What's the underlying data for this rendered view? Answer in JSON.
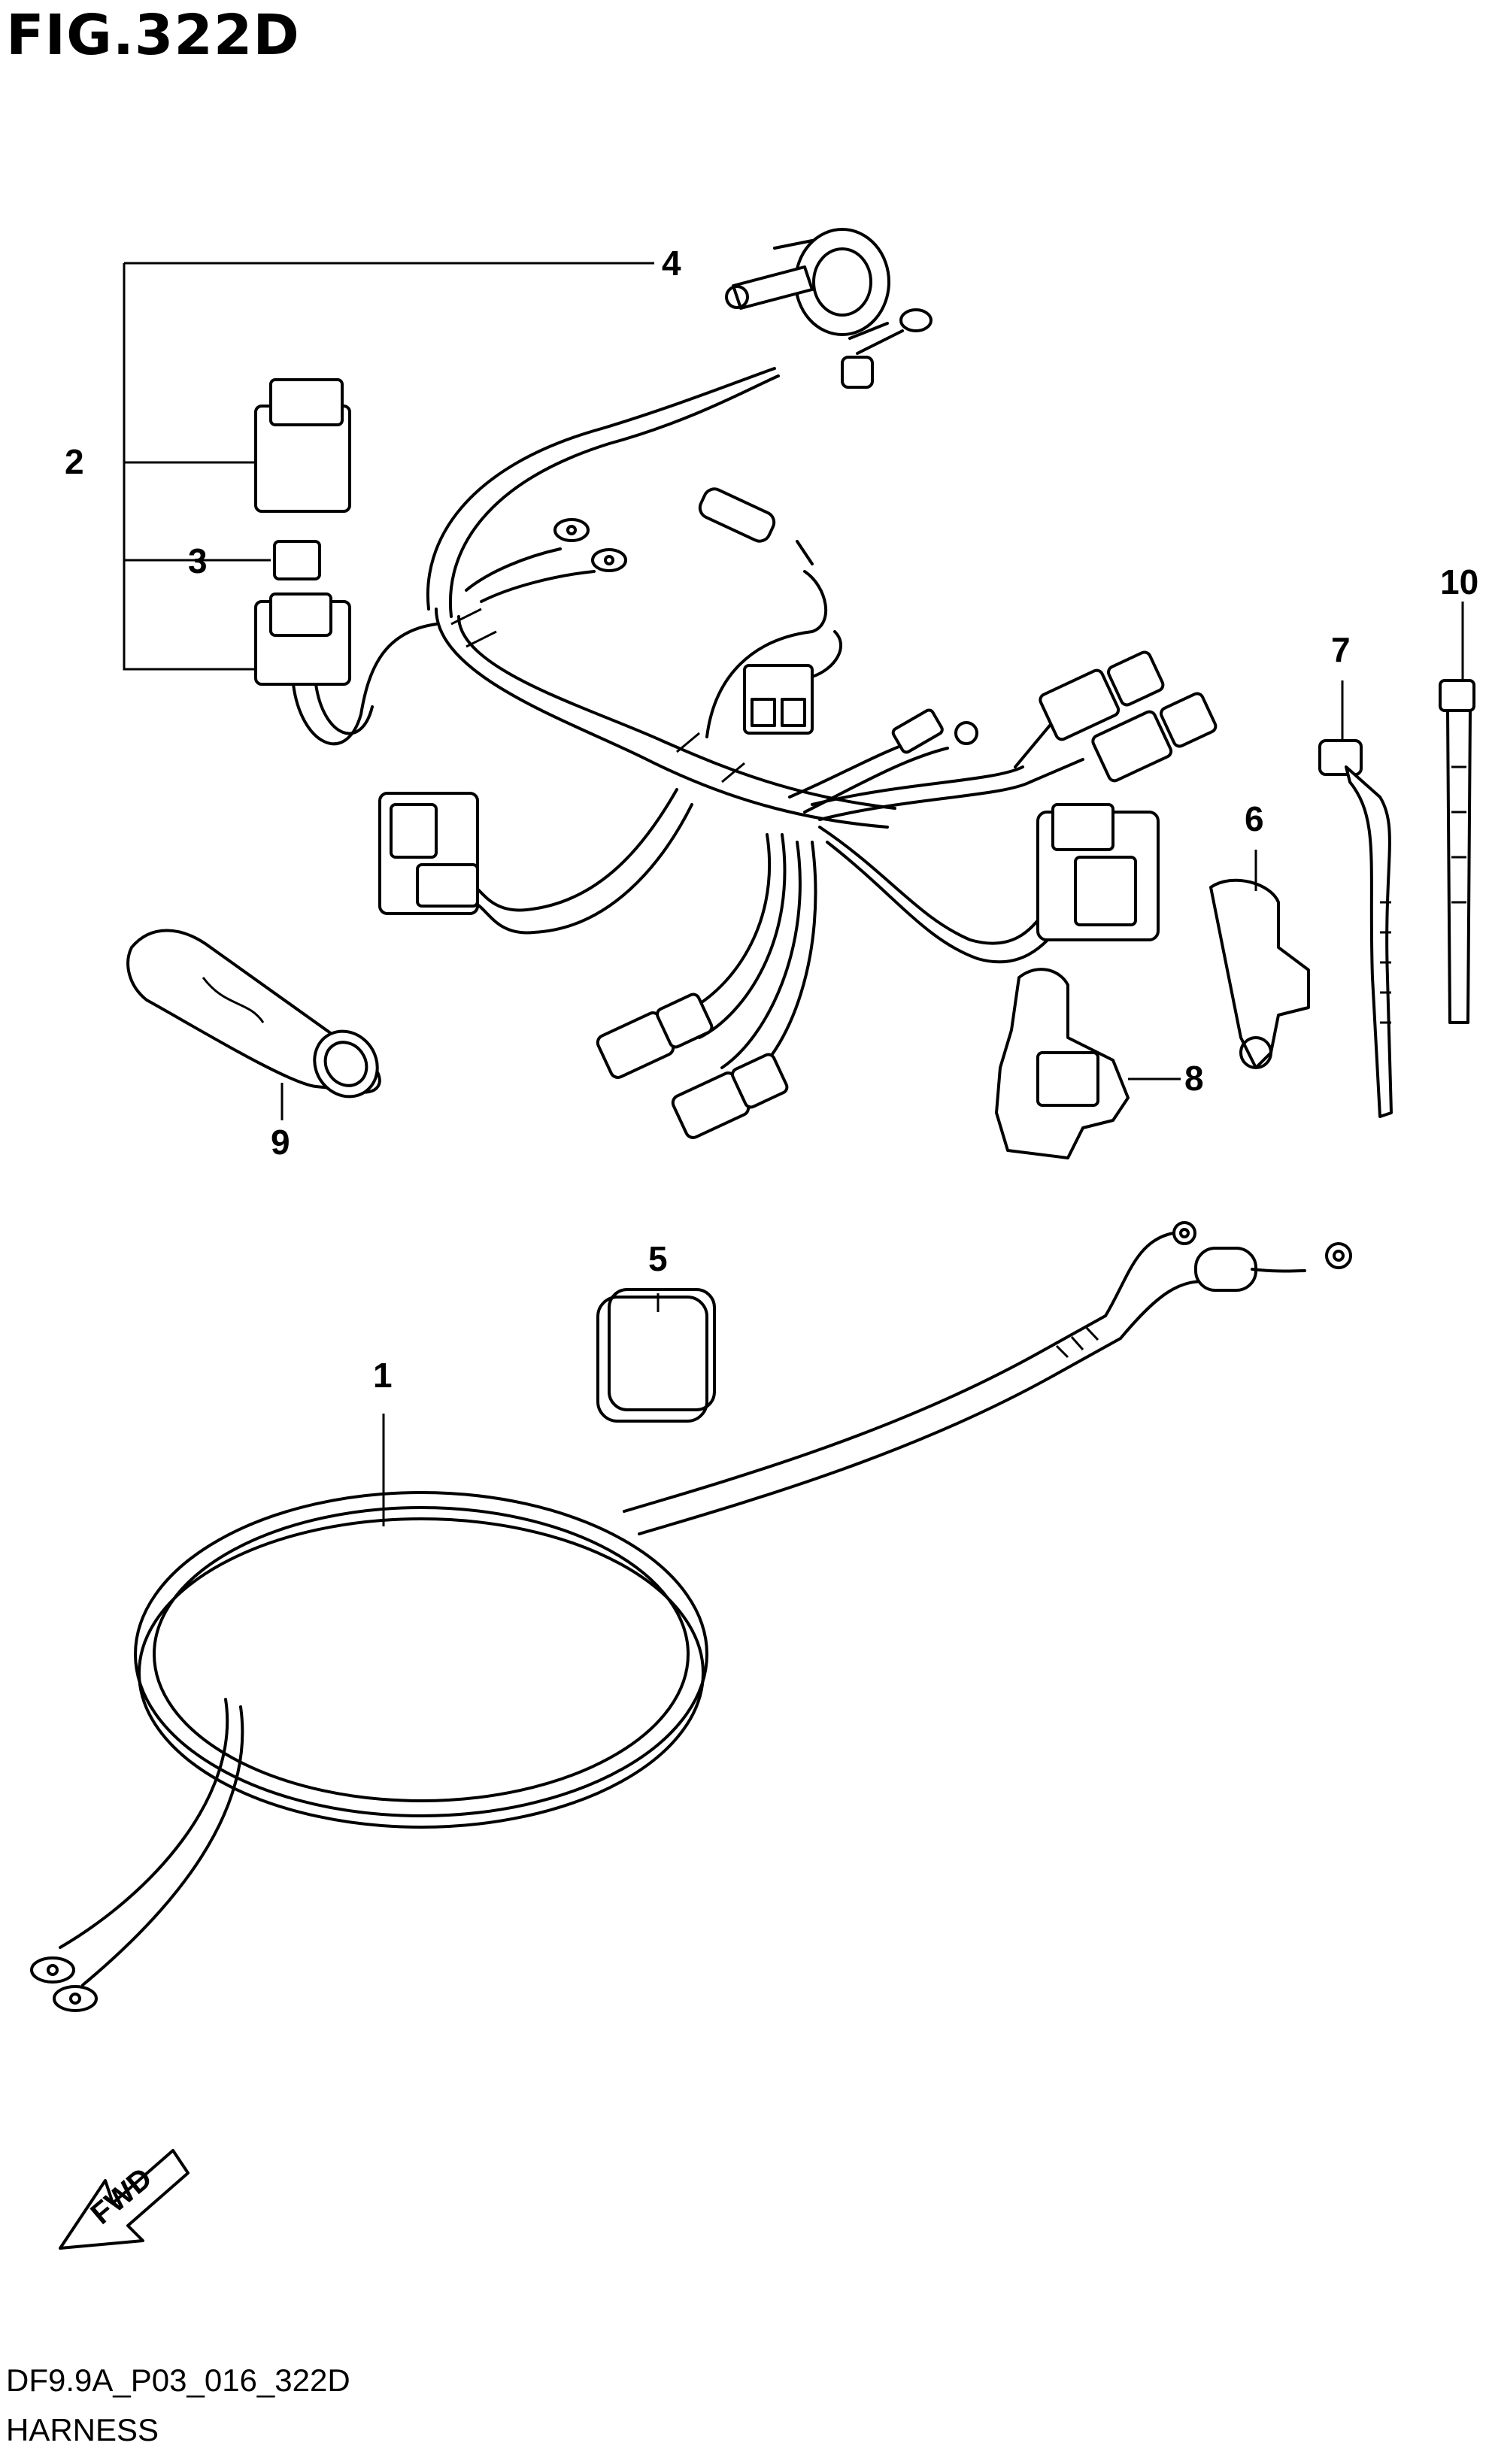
{
  "figure": {
    "title": "FIG.322D",
    "code": "DF9.9A_P03_016_322D",
    "name": "HARNESS"
  },
  "callouts": [
    {
      "id": "1",
      "label": "1"
    },
    {
      "id": "2",
      "label": "2"
    },
    {
      "id": "3",
      "label": "3"
    },
    {
      "id": "4",
      "label": "4"
    },
    {
      "id": "5",
      "label": "5"
    },
    {
      "id": "6",
      "label": "6"
    },
    {
      "id": "7",
      "label": "7"
    },
    {
      "id": "8",
      "label": "8"
    },
    {
      "id": "9",
      "label": "9"
    },
    {
      "id": "10",
      "label": "10"
    }
  ],
  "fwd_arrow": {
    "label": "FWD"
  }
}
